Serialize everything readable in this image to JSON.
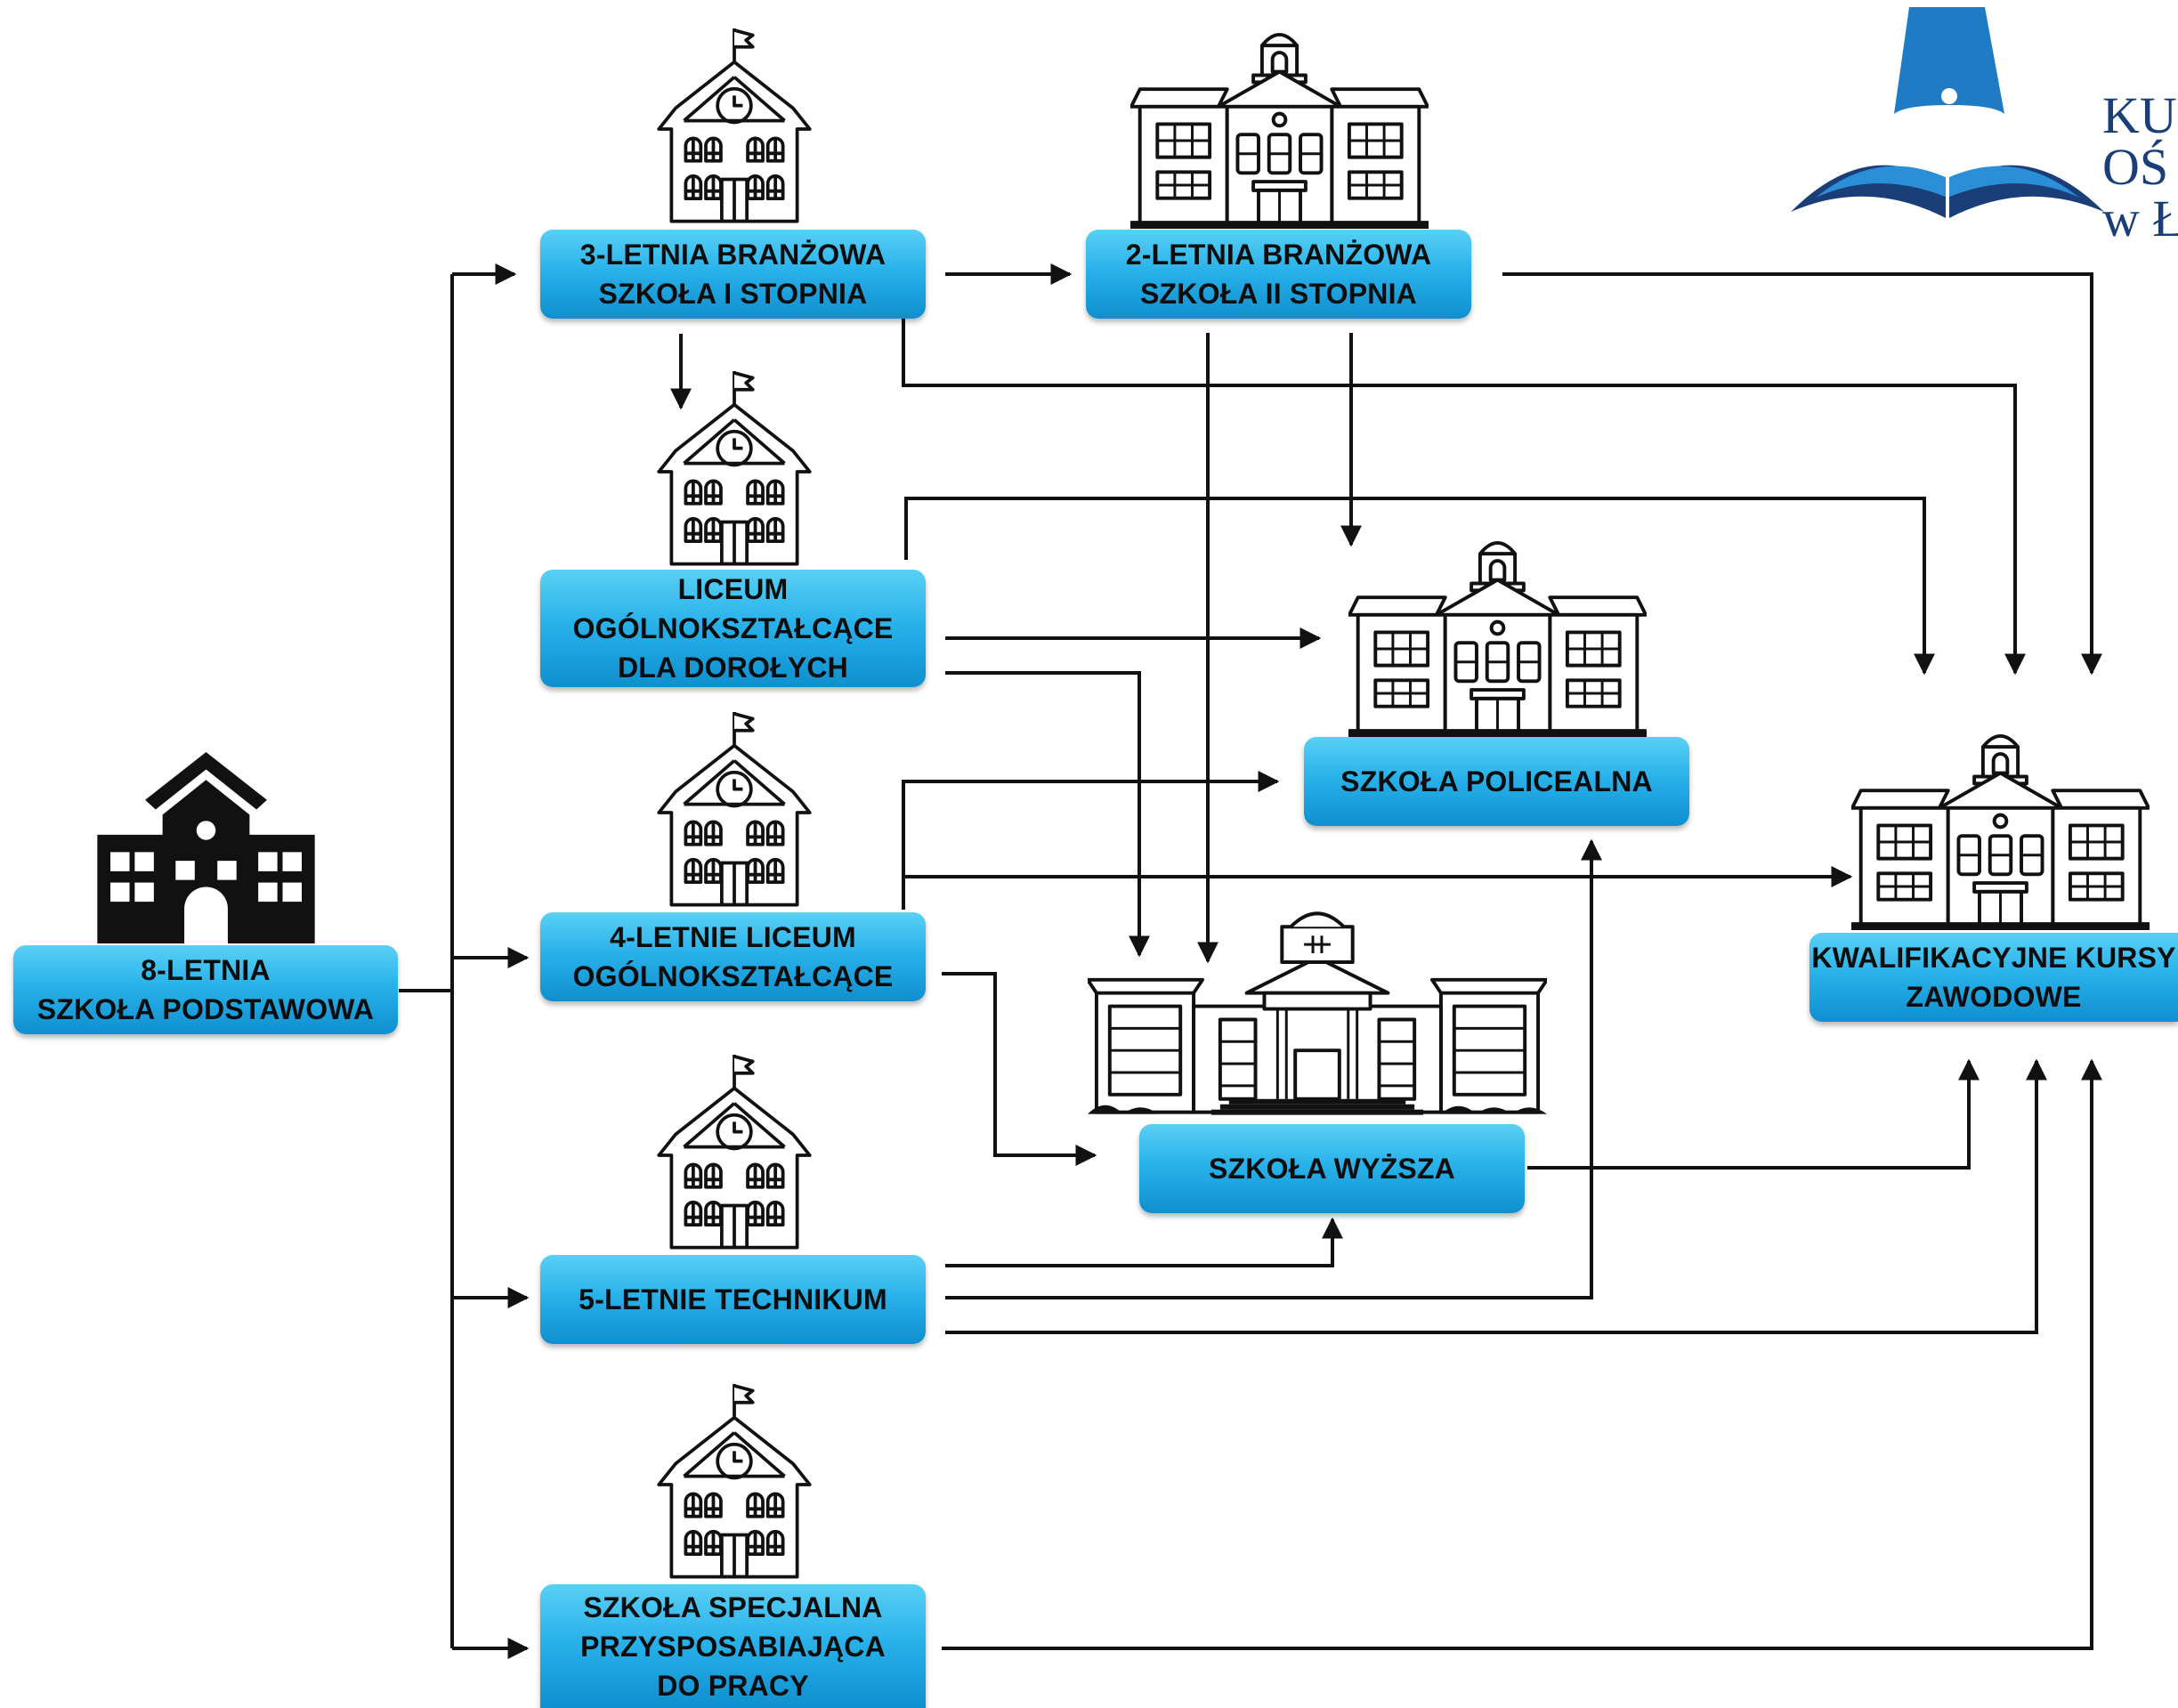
{
  "logo": {
    "line1": "KU",
    "line2": "OŚ",
    "line3": "w Ł",
    "brand_color": "#1a3e78",
    "accent_color": "#1f7cc4"
  },
  "colors": {
    "box_top": "#5ad0f5",
    "box_bottom": "#0f8fcf",
    "line": "#111111",
    "icon": "#111111"
  },
  "nodes": {
    "primary": {
      "lines": [
        "8-LETNIA",
        "SZKOŁA PODSTAWOWA"
      ],
      "icon": "school-solid-icon"
    },
    "branz1": {
      "lines": [
        "3-LETNIA BRANŻOWA",
        "SZKOŁA I STOPNIA"
      ],
      "icon": "school-flag-icon"
    },
    "branz2": {
      "lines": [
        "2-LETNIA BRANŻOWA",
        "SZKOŁA II STOPNIA"
      ],
      "icon": "school-bell-icon"
    },
    "liceum_adult": {
      "lines": [
        "LICEUM",
        "OGÓLNOKSZTAŁCĄCE",
        "DLA DOROŁYCH"
      ],
      "icon": "school-flag-icon"
    },
    "liceum4": {
      "lines": [
        "4-LETNIE LICEUM",
        "OGÓLNOKSZTAŁCĄCE"
      ],
      "icon": "school-flag-icon"
    },
    "technikum": {
      "lines": [
        "5-LETNIE TECHNIKUM"
      ],
      "icon": "school-flag-icon"
    },
    "special": {
      "lines": [
        "SZKOŁA SPECJALNA",
        "PRZYSPOSABIAJĄCA",
        "DO PRACY"
      ],
      "icon": "school-flag-icon"
    },
    "policealna": {
      "lines": [
        "SZKOŁA POLICEALNA"
      ],
      "icon": "school-bell-icon"
    },
    "wyzsza": {
      "lines": [
        "SZKOŁA WYŻSZA"
      ],
      "icon": "university-icon"
    },
    "kursy": {
      "lines": [
        "KWALIFIKACYJNE KURSY",
        "ZAWODOWE"
      ],
      "icon": "school-bell-icon"
    }
  },
  "edges": [
    {
      "from": "primary",
      "to": "branz1"
    },
    {
      "from": "primary",
      "to": "liceum4"
    },
    {
      "from": "primary",
      "to": "technikum"
    },
    {
      "from": "primary",
      "to": "special"
    },
    {
      "from": "branz1",
      "to": "branz2"
    },
    {
      "from": "branz1",
      "to": "liceum_adult"
    },
    {
      "from": "branz1",
      "to": "kursy"
    },
    {
      "from": "branz2",
      "to": "kursy"
    },
    {
      "from": "branz2",
      "to": "policealna"
    },
    {
      "from": "branz2",
      "to": "wyzsza"
    },
    {
      "from": "liceum_adult",
      "to": "policealna"
    },
    {
      "from": "liceum_adult",
      "to": "wyzsza"
    },
    {
      "from": "liceum_adult",
      "to": "kursy"
    },
    {
      "from": "liceum4",
      "to": "policealna"
    },
    {
      "from": "liceum4",
      "to": "kursy"
    },
    {
      "from": "liceum4",
      "to": "wyzsza"
    },
    {
      "from": "wyzsza",
      "to": "kursy"
    },
    {
      "from": "technikum",
      "to": "wyzsza"
    },
    {
      "from": "technikum",
      "to": "policealna"
    },
    {
      "from": "technikum",
      "to": "kursy"
    },
    {
      "from": "special",
      "to": "kursy"
    }
  ]
}
